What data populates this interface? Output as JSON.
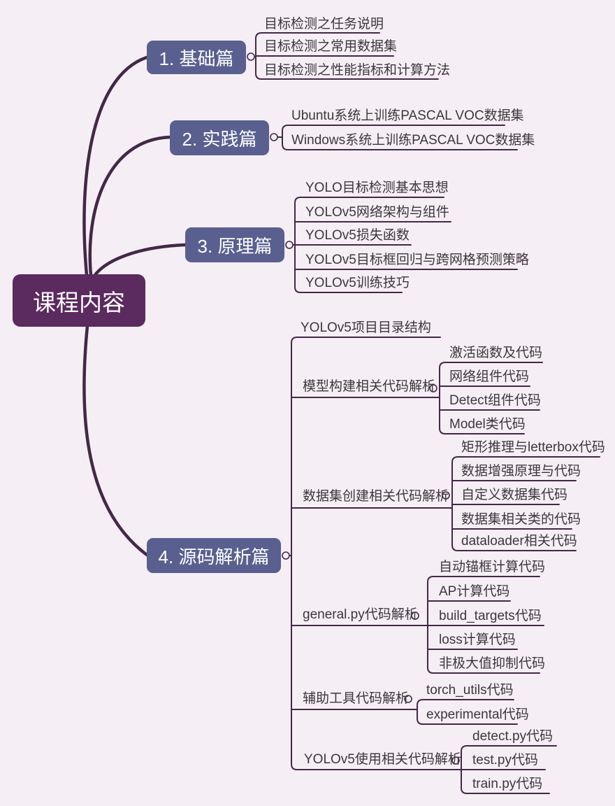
{
  "colors": {
    "bg": "#f6eef5",
    "line": "#432847",
    "ink": "#3b373c",
    "branch": "#59608f",
    "rootfill": "#5b2a5e"
  },
  "root": {
    "label": "课程内容"
  },
  "branches": [
    {
      "label": "1. 基础篇",
      "children": [
        {
          "label": "目标检测之任务说明"
        },
        {
          "label": "目标检测之常用数据集"
        },
        {
          "label": "目标检测之性能指标和计算方法"
        }
      ]
    },
    {
      "label": "2. 实践篇",
      "children": [
        {
          "label": "Ubuntu系统上训练PASCAL VOC数据集"
        },
        {
          "label": "Windows系统上训练PASCAL VOC数据集"
        }
      ]
    },
    {
      "label": "3. 原理篇",
      "children": [
        {
          "label": "YOLO目标检测基本思想"
        },
        {
          "label": "YOLOv5网络架构与组件"
        },
        {
          "label": "YOLOv5损失函数"
        },
        {
          "label": "YOLOv5目标框回归与跨网格预测策略"
        },
        {
          "label": "YOLOv5训练技巧"
        }
      ]
    },
    {
      "label": "4. 源码解析篇",
      "children": [
        {
          "label": "YOLOv5项目目录结构"
        },
        {
          "label": "模型构建相关代码解析",
          "children": [
            {
              "label": "激活函数及代码"
            },
            {
              "label": "网络组件代码"
            },
            {
              "label": "Detect组件代码"
            },
            {
              "label": "Model类代码"
            }
          ]
        },
        {
          "label": "数据集创建相关代码解析",
          "children": [
            {
              "label": "矩形推理与letterbox代码"
            },
            {
              "label": "数据增强原理与代码"
            },
            {
              "label": "自定义数据集代码"
            },
            {
              "label": "数据集相关类的代码"
            },
            {
              "label": "dataloader相关代码"
            }
          ]
        },
        {
          "label": "general.py代码解析",
          "children": [
            {
              "label": "自动锚框计算代码"
            },
            {
              "label": "AP计算代码"
            },
            {
              "label": "build_targets代码"
            },
            {
              "label": "loss计算代码"
            },
            {
              "label": "非极大值抑制代码"
            }
          ]
        },
        {
          "label": "辅助工具代码解析",
          "children": [
            {
              "label": "torch_utils代码"
            },
            {
              "label": "experimental代码"
            }
          ]
        },
        {
          "label": "YOLOv5使用相关代码解析",
          "children": [
            {
              "label": "detect.py代码"
            },
            {
              "label": "test.py代码"
            },
            {
              "label": "train.py代码"
            }
          ]
        }
      ]
    }
  ]
}
